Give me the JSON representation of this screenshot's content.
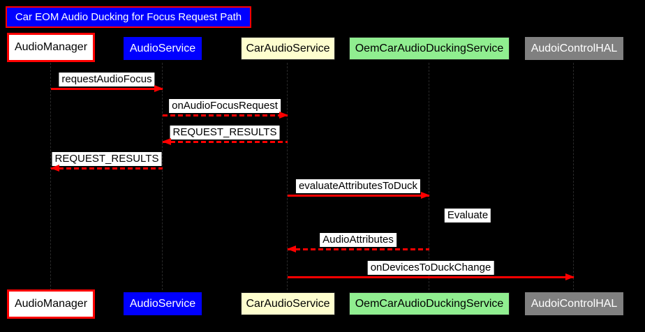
{
  "diagram": {
    "type": "sequence-diagram",
    "title": "Car EOM Audio Ducking for Focus Request Path",
    "background_color": "#000000",
    "arrow_color": "#ff0000",
    "message_label_bg": "#ffffff",
    "message_label_text": "#000000",
    "title_bg": "#0000ff",
    "title_border": "#ff0000",
    "title_text_color": "#ffffff"
  },
  "participants": [
    {
      "label": "AudioManager",
      "bg": "#ffffff",
      "border": "#ff0000",
      "text": "#000000"
    },
    {
      "label": "AudioService",
      "bg": "#0000ff",
      "border": "#0000ff",
      "text": "#ffffff"
    },
    {
      "label": "CarAudioService",
      "bg": "#fefece",
      "border": "#1c1c1c",
      "text": "#000000"
    },
    {
      "label": "OemCarAudioDuckingService",
      "bg": "#90ee90",
      "border": "#1c1c1c",
      "text": "#000000"
    },
    {
      "label": "AudoiControlHAL",
      "bg": "#808080",
      "border": "#808080",
      "text": "#ffffff"
    }
  ],
  "messages": [
    {
      "label": "requestAudioFocus",
      "from": "AudioManager",
      "to": "AudioService",
      "line": "solid",
      "direction": "right"
    },
    {
      "label": "onAudioFocusRequest",
      "from": "AudioService",
      "to": "CarAudioService",
      "line": "dashed",
      "direction": "right"
    },
    {
      "label": "REQUEST_RESULTS",
      "from": "CarAudioService",
      "to": "AudioService",
      "line": "dashed",
      "direction": "left"
    },
    {
      "label": "REQUEST_RESULTS",
      "from": "AudioService",
      "to": "AudioManager",
      "line": "dashed",
      "direction": "left"
    },
    {
      "label": "evaluateAttributesToDuck",
      "from": "CarAudioService",
      "to": "OemCarAudioDuckingService",
      "line": "solid",
      "direction": "right"
    },
    {
      "label": "Evaluate",
      "from": "OemCarAudioDuckingService",
      "to": "OemCarAudioDuckingService",
      "line": "self",
      "direction": "self"
    },
    {
      "label": "AudioAttributes",
      "from": "OemCarAudioDuckingService",
      "to": "CarAudioService",
      "line": "dashed",
      "direction": "left"
    },
    {
      "label": "onDevicesToDuckChange",
      "from": "CarAudioService",
      "to": "AudoiControlHAL",
      "line": "solid",
      "direction": "right"
    }
  ]
}
